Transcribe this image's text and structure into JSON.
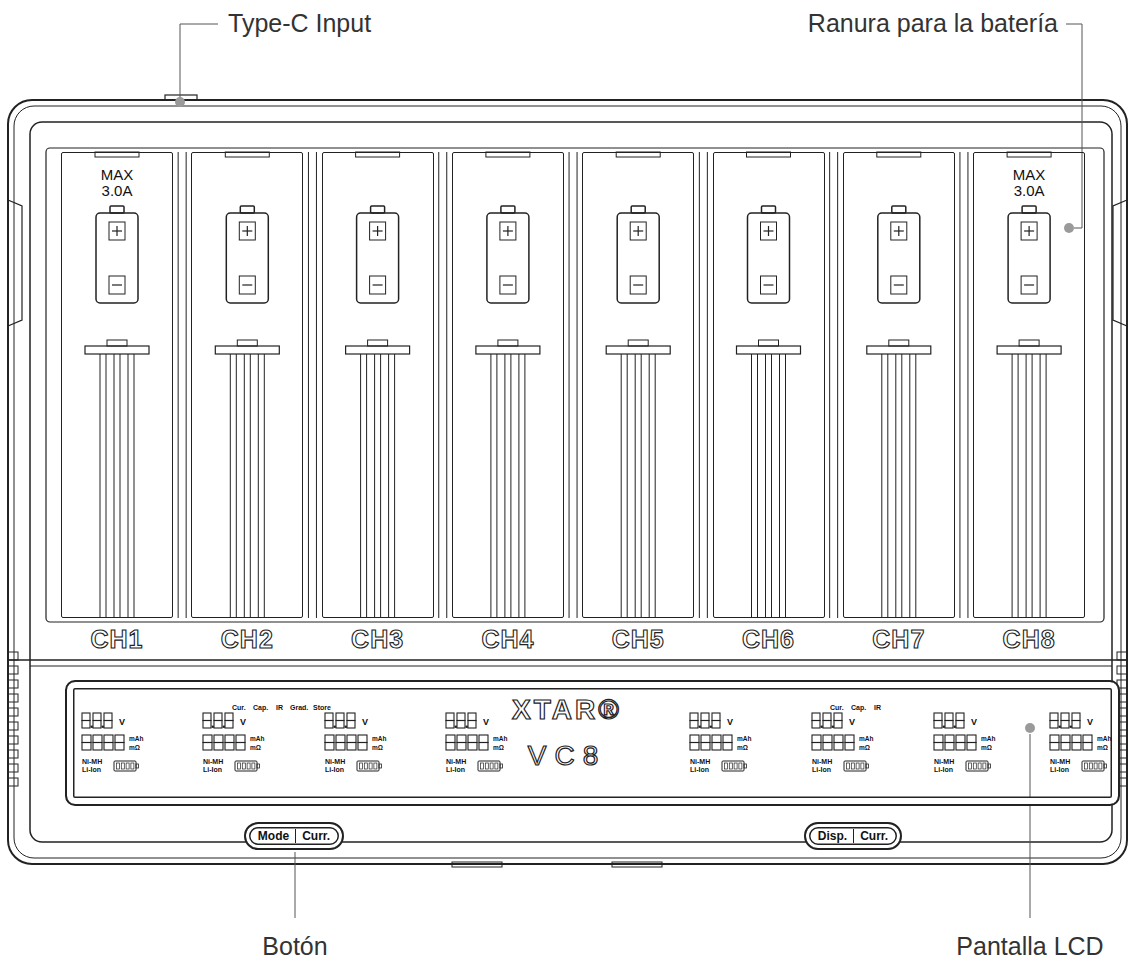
{
  "diagram": {
    "nodes": [
      {
        "text": [
          "MAX 3.0A",
          "CH1"
        ]
      },
      {
        "text": [
          "CH2"
        ]
      },
      {
        "text": [
          "CH3"
        ]
      },
      {
        "text": [
          "CH4"
        ]
      },
      {
        "text": [
          "CH5"
        ]
      },
      {
        "text": [
          "CH6"
        ]
      },
      {
        "text": [
          "CH7"
        ]
      },
      {
        "text": [
          "MAX 3.0A",
          "CH8"
        ]
      },
      {
        "text": [
          "XTAR®",
          "VC8"
        ]
      },
      {
        "text": [
          "Mode",
          "Curr."
        ]
      },
      {
        "text": [
          "Disp.",
          "Curr."
        ]
      }
    ],
    "labels": [
      "Type-C Input",
      "Ranura para la batería",
      "Botón",
      "Pantalla LCD",
      "Cur.",
      "Cap.",
      "IR",
      "Grad.",
      "Store",
      "Cur.",
      "Cap.",
      "IR",
      "V",
      "mAh",
      "mΩ",
      "Ni-MH",
      "Li-Ion",
      "V",
      "mAh",
      "mΩ",
      "Ni-MH",
      "Li-Ion",
      "V",
      "mAh",
      "mΩ",
      "Ni-MH",
      "Li-Ion",
      "V",
      "mAh",
      "mΩ",
      "Ni-MH",
      "Li-Ion",
      "V",
      "mAh",
      "mΩ",
      "Ni-MH",
      "Li-Ion",
      "V",
      "mAh",
      "mΩ",
      "Ni-MH",
      "Li-Ion",
      "V",
      "mAh",
      "mΩ",
      "Ni-MH",
      "Li-Ion",
      "V",
      "mAh",
      "mΩ",
      "Ni-MH",
      "Li-Ion"
    ]
  }
}
